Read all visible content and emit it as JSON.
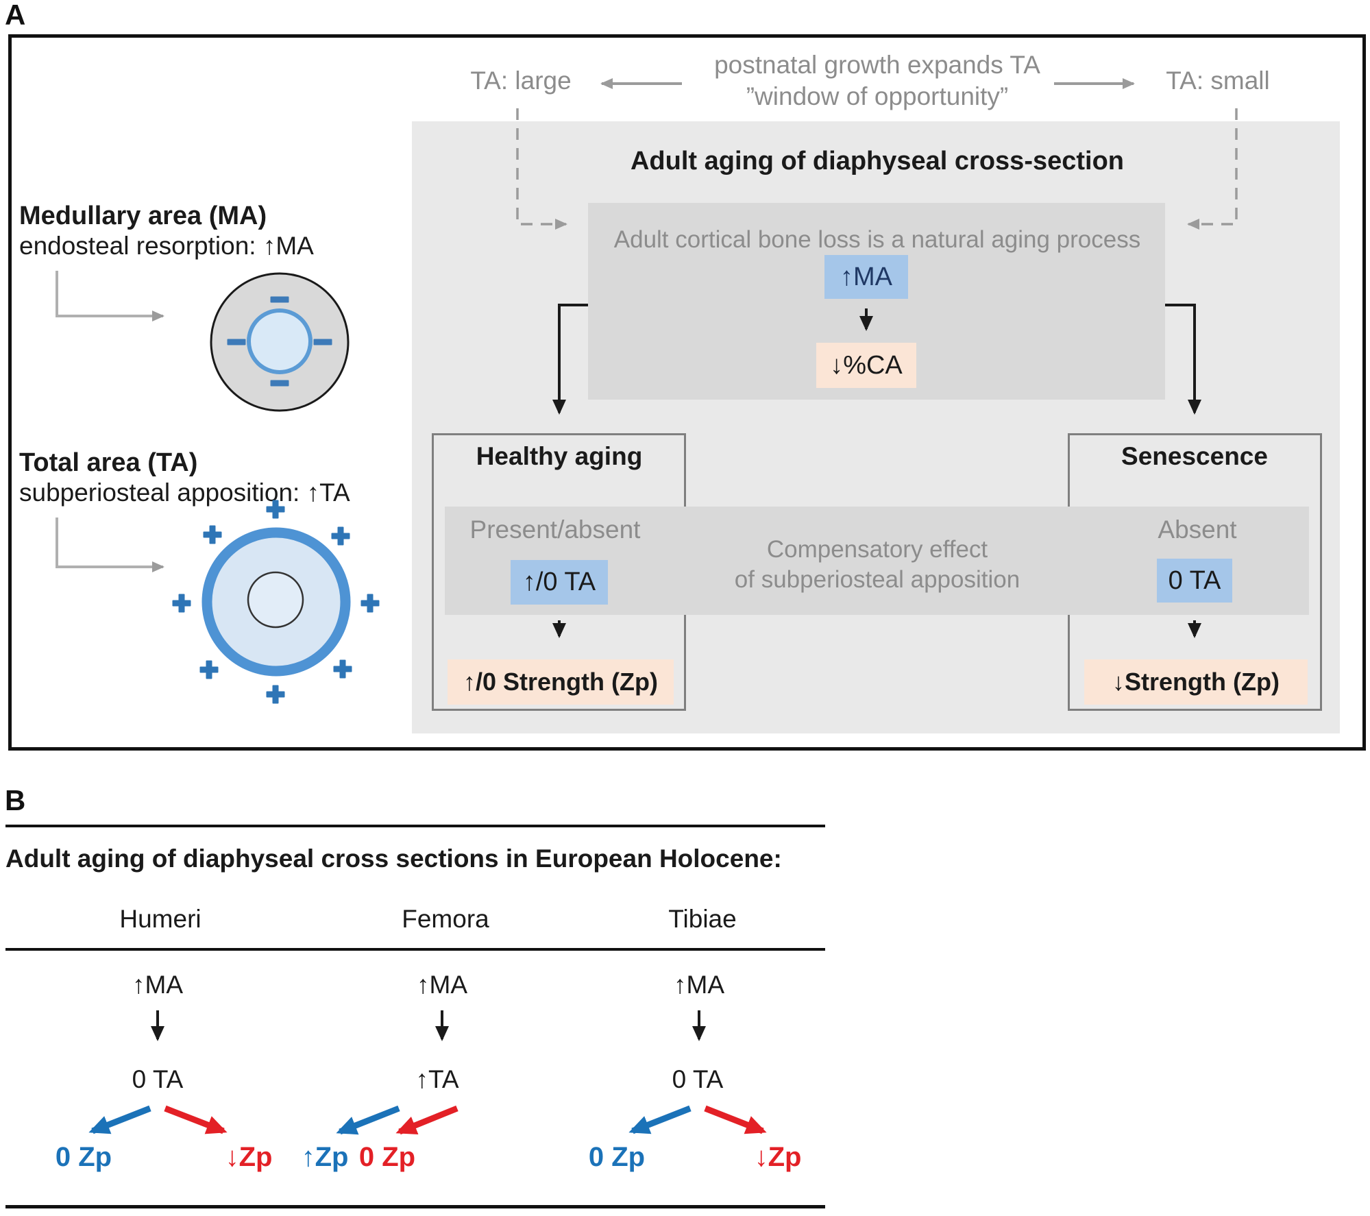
{
  "panel_a": {
    "label": "A",
    "top": {
      "growth_line1": "postnatal growth expands TA",
      "growth_line2": "”window of opportunity”",
      "ta_large": "TA: large",
      "ta_small": "TA: small"
    },
    "aging": {
      "title": "Adult aging of diaphyseal cross-section",
      "cortical": "Adult cortical bone loss is a natural aging process",
      "ma_box": "↑MA",
      "ca_box": "↓%CA"
    },
    "healthy": {
      "title": "Healthy aging",
      "band_label": "Present/absent",
      "ta_box": "↑/0 TA",
      "strength_box": "↑/0 Strength (Zp)"
    },
    "senescence": {
      "title": "Senescence",
      "band_label": "Absent",
      "ta_box": "0 TA",
      "strength_box": "↓Strength (Zp)"
    },
    "band": {
      "line1": "Compensatory effect",
      "line2": "of subperiosteal apposition"
    },
    "medullary": {
      "title": "Medullary area (MA)",
      "subtitle": "endosteal resorption: ↑MA"
    },
    "total": {
      "title": "Total area (TA)",
      "subtitle": "subperiosteal apposition: ↑TA"
    }
  },
  "panel_b": {
    "label": "B",
    "title": "Adult aging of diaphyseal cross sections in European Holocene:",
    "columns": [
      {
        "header": "Humeri",
        "ma": "↑MA",
        "ta": "0 TA",
        "zp_blue": "0 Zp",
        "zp_red": "↓Zp"
      },
      {
        "header": "Femora",
        "ma": "↑MA",
        "ta": "↑TA",
        "zp_blue": "↑Zp",
        "zp_red": "0 Zp"
      },
      {
        "header": "Tibiae",
        "ma": "↑MA",
        "ta": "0 TA",
        "zp_blue": "0 Zp",
        "zp_red": "↓Zp"
      }
    ]
  },
  "colors": {
    "big_gray": "#e9e9e9",
    "inner_gray": "#d9d9d9",
    "blue_fill": "#a5c6e9",
    "peach_fill": "#fbe5d6",
    "navy_text": "#1f3864",
    "gray_text": "#8c8c8c",
    "gray_arrow": "#9b9b9b",
    "box_border_gray": "#7f7f7f",
    "ring_blue": "#4e93d4",
    "sign_blue": "#2e75b6",
    "panelb_blue": "#1b72b8",
    "panelb_red": "#e32026"
  }
}
